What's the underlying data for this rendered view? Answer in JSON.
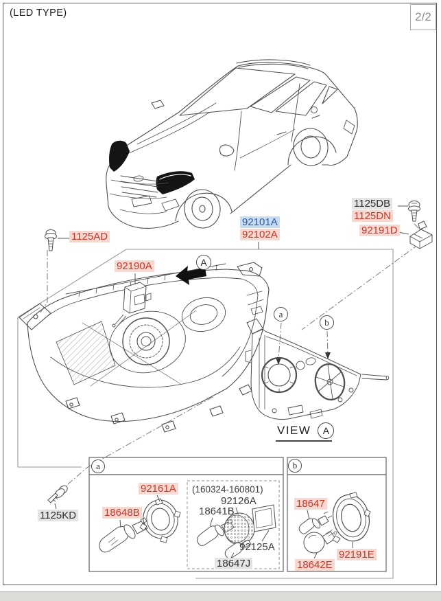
{
  "page": {
    "type_label": "(LED TYPE)",
    "page_indicator": "2/2"
  },
  "callouts": {
    "view_label": "VIEW",
    "view_letter": "A",
    "arrow_letter": "A",
    "pointer_a": "a",
    "pointer_b": "b",
    "section_a": "a",
    "section_b": "b"
  },
  "part_labels": {
    "p1125AD": "1125AD",
    "p92190A": "92190A",
    "p92101A": "92101A",
    "p92102A": "92102A",
    "p1125DB": "1125DB",
    "p1125DN": "1125DN",
    "p92191D": "92191D",
    "p1125KD": "1125KD",
    "p18648B": "18648B",
    "p92161A": "92161A",
    "date_range": "(160324-160801)",
    "p92126A": "92126A",
    "p18641B": "18641B",
    "p92125A": "92125A",
    "p18647J": "18647J",
    "p18647": "18647",
    "p18642E": "18642E",
    "p92191E": "92191E"
  },
  "colors": {
    "highlight_pink_bg": "#f6d8d0",
    "highlight_pink_text": "#c03a2b",
    "highlight_blue_bg": "#c9ddf1",
    "highlight_blue_text": "#2d5aa0",
    "highlight_gray_bg": "#e4e4e4",
    "highlight_gray_text": "#2f2f2f",
    "line_color": "#4d4d4d"
  }
}
